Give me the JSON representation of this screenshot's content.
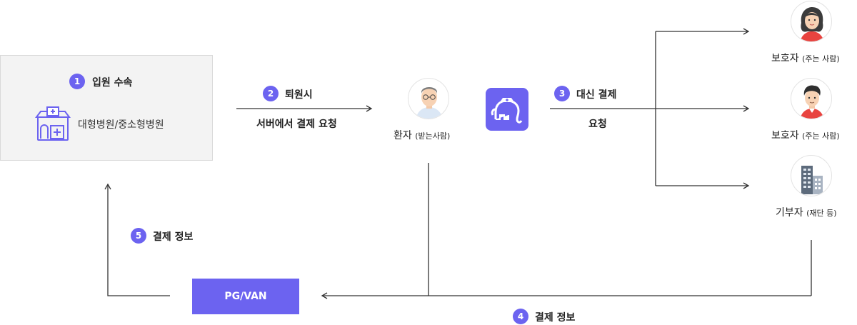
{
  "hospital": {
    "step_number": "1",
    "step_label": "입원 수속",
    "name": "대형병원/중소형병원",
    "icon": "hospital-icon"
  },
  "step2": {
    "number": "2",
    "label": "퇴원시",
    "sub": "서버에서 결제 요청"
  },
  "patient": {
    "label_main": "환자",
    "label_small": "(받는사람)",
    "icon": "patient-avatar"
  },
  "app": {
    "icon": "elephant-nurse-icon"
  },
  "step3": {
    "number": "3",
    "label": "대신 결제",
    "sub": "요청"
  },
  "guardian1": {
    "label_main": "보호자",
    "label_small": "(주는 사람)",
    "icon": "female-guardian-avatar"
  },
  "guardian2": {
    "label_main": "보호자",
    "label_small": "(주는 사람)",
    "icon": "male-guardian-avatar"
  },
  "donor": {
    "label_main": "기부자",
    "label_small": "(재단 등)",
    "icon": "building-icon"
  },
  "step4": {
    "number": "4",
    "label": "결제 정보"
  },
  "step5": {
    "number": "5",
    "label": "결제 정보"
  },
  "pgvan": {
    "label": "PG/VAN"
  },
  "colors": {
    "accent": "#6c63f0",
    "line": "#333333",
    "box_bg": "#f3f3f3"
  }
}
